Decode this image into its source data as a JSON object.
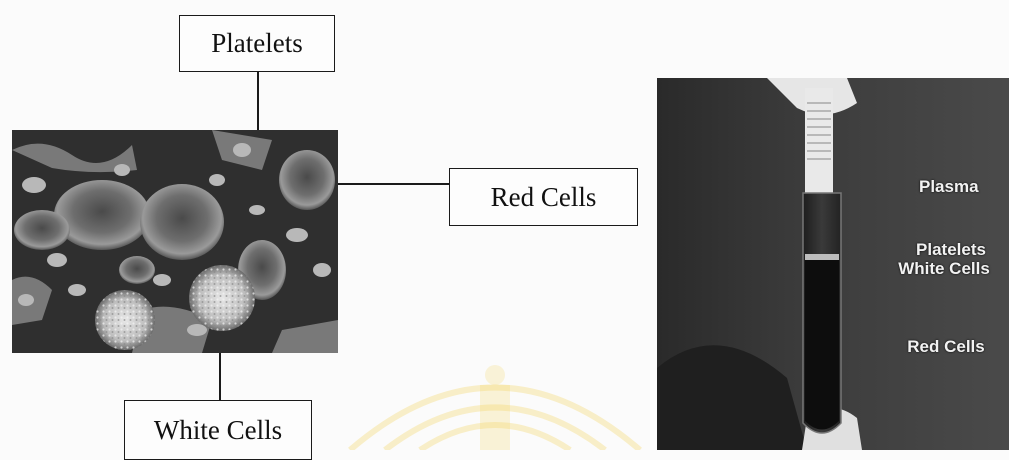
{
  "labels": {
    "platelets": "Platelets",
    "red_cells": "Red Cells",
    "white_cells": "White Cells"
  },
  "tube": {
    "plasma": "Plasma",
    "platelets": "Platelets",
    "white_cells": "White Cells",
    "red_cells": "Red Cells"
  },
  "colors": {
    "line": "#1a1a1a",
    "photo_background": "#3a3a3a",
    "tube_text": "#f2f2f2",
    "watermark": "#f5d86a"
  }
}
